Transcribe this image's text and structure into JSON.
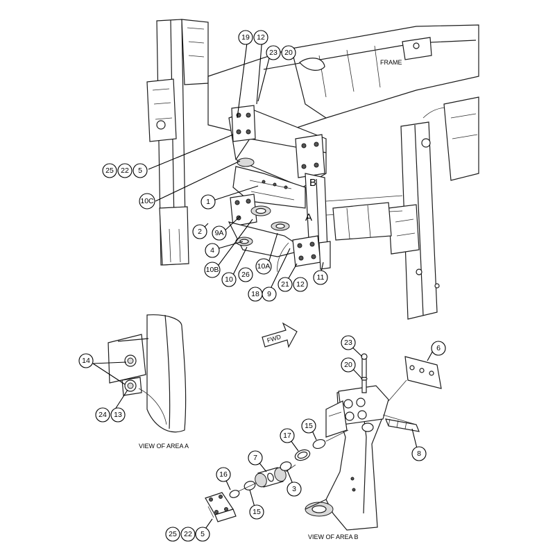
{
  "labels": {
    "frame": "FRAME",
    "fwd": "FWD",
    "area_a_letter": "A",
    "area_b_letter": "B",
    "view_area_a": "VIEW OF AREA A",
    "view_area_b": "VIEW OF AREA B"
  },
  "highlight_color": "#f2e600",
  "callouts": [
    {
      "id": "c19",
      "text": "19",
      "highlight": false
    },
    {
      "id": "c12a",
      "text": "12",
      "highlight": false
    },
    {
      "id": "c23a",
      "text": "23",
      "highlight": false
    },
    {
      "id": "c20a",
      "text": "20",
      "highlight": false
    },
    {
      "id": "c25a",
      "text": "25",
      "highlight": false
    },
    {
      "id": "c22a",
      "text": "22",
      "highlight": false
    },
    {
      "id": "c5a",
      "text": "5",
      "highlight": false
    },
    {
      "id": "c10c",
      "text": "10C",
      "highlight": false
    },
    {
      "id": "c1",
      "text": "1",
      "highlight": false
    },
    {
      "id": "c2",
      "text": "2",
      "highlight": false
    },
    {
      "id": "c9a",
      "text": "9A",
      "highlight": false
    },
    {
      "id": "c4",
      "text": "4",
      "highlight": false
    },
    {
      "id": "c10b",
      "text": "10B",
      "highlight": false
    },
    {
      "id": "c10",
      "text": "10",
      "highlight": false
    },
    {
      "id": "c26",
      "text": "26",
      "highlight": true
    },
    {
      "id": "c10a",
      "text": "10A",
      "highlight": false
    },
    {
      "id": "c18",
      "text": "18",
      "highlight": false
    },
    {
      "id": "c9",
      "text": "9",
      "highlight": false
    },
    {
      "id": "c21",
      "text": "21",
      "highlight": false
    },
    {
      "id": "c12b",
      "text": "12",
      "highlight": false
    },
    {
      "id": "c11",
      "text": "11",
      "highlight": false
    },
    {
      "id": "c14",
      "text": "14",
      "highlight": false
    },
    {
      "id": "c24",
      "text": "24",
      "highlight": false
    },
    {
      "id": "c13",
      "text": "13",
      "highlight": false
    },
    {
      "id": "c23b",
      "text": "23",
      "highlight": false
    },
    {
      "id": "c20b",
      "text": "20",
      "highlight": false
    },
    {
      "id": "c6",
      "text": "6",
      "highlight": false
    },
    {
      "id": "c8",
      "text": "8",
      "highlight": false
    },
    {
      "id": "c15a",
      "text": "15",
      "highlight": false
    },
    {
      "id": "c17",
      "text": "17",
      "highlight": false
    },
    {
      "id": "c7",
      "text": "7",
      "highlight": false
    },
    {
      "id": "c16",
      "text": "16",
      "highlight": false
    },
    {
      "id": "c3",
      "text": "3",
      "highlight": false
    },
    {
      "id": "c15b",
      "text": "15",
      "highlight": false
    },
    {
      "id": "c25b",
      "text": "25",
      "highlight": false
    },
    {
      "id": "c22b",
      "text": "22",
      "highlight": false
    },
    {
      "id": "c5b",
      "text": "5",
      "highlight": false
    }
  ]
}
